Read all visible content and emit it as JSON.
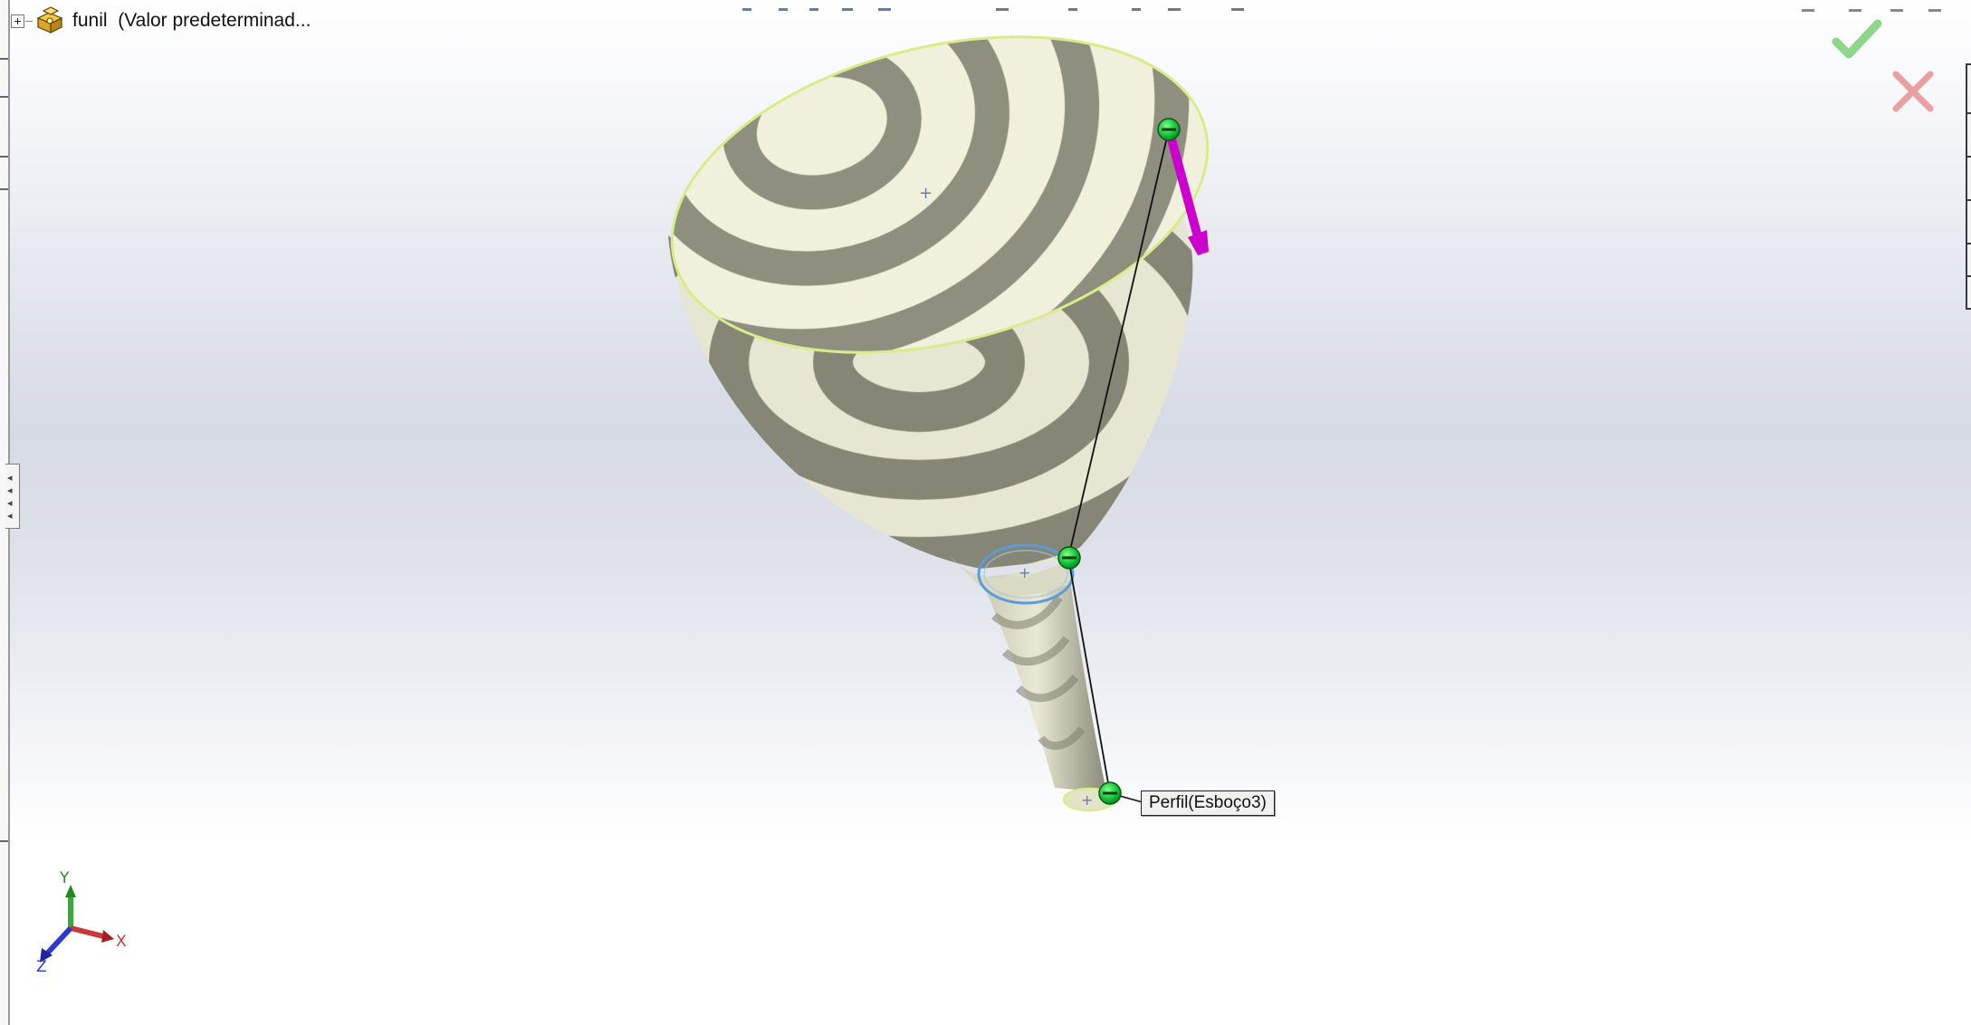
{
  "tree": {
    "part_name": "funil",
    "config_label": "(Valor predeterminad..."
  },
  "callout": {
    "profile_label": "Perfil(Esboço3)"
  },
  "triad": {
    "x_label": "X",
    "y_label": "Y",
    "z_label": "Z"
  },
  "icons": {
    "ok": "checkmark-icon",
    "cancel": "close-icon",
    "part": "part-icon",
    "expand": "plus-box-icon",
    "collapse": "chevron-left-icon"
  },
  "colors": {
    "accept_green": "#8fd58a",
    "cancel_red": "#e9a0a0",
    "handle_green": "#17c23a",
    "direction_magenta": "#cc00cc",
    "selection_blue": "#5a9bd8",
    "edge_yellowgreen": "#d8ec8a",
    "zebra_light": "#f0f0dc",
    "zebra_dark": "#8f8f80"
  }
}
